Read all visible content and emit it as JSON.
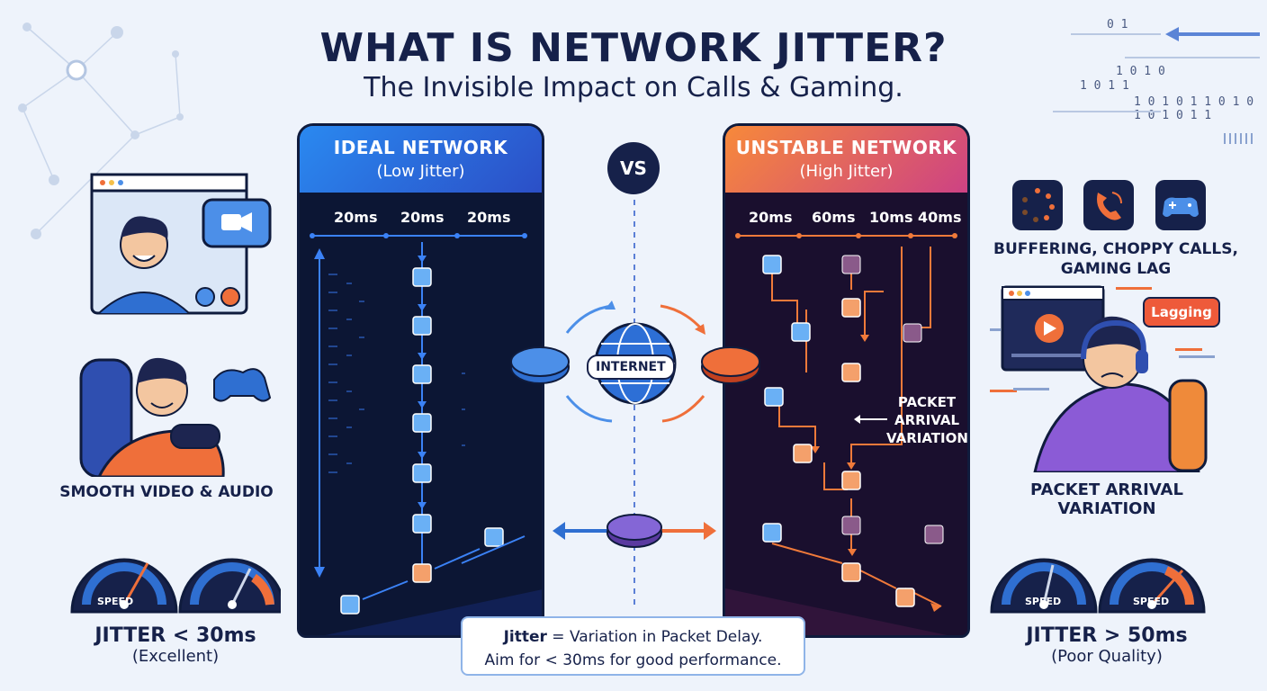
{
  "header": {
    "title": "WHAT IS NETWORK JITTER?",
    "subtitle": "The Invisible Impact on Calls & Gaming."
  },
  "left_panel": {
    "title": "IDEAL NETWORK",
    "subtitle": "(Low Jitter)",
    "timings": [
      "20ms",
      "20ms",
      "20ms"
    ]
  },
  "right_panel": {
    "title": "UNSTABLE NETWORK",
    "subtitle": "(High Jitter)",
    "timings": [
      "20ms",
      "60ms",
      "10ms",
      "40ms"
    ],
    "annotation": "PACKET ARRIVAL VARIATION"
  },
  "center": {
    "vs": "VS",
    "internet_label": "INTERNET"
  },
  "note": {
    "line1_term": "Jitter",
    "line1_rest": " = Variation in Packet Delay.",
    "line2": "Aim for < 30ms for good performance."
  },
  "left_side": {
    "caption": "SMOOTH VIDEO & AUDIO",
    "gauge_label_1": "SPEED",
    "jitter_value": "JITTER < 30ms",
    "jitter_quality": "(Excellent)"
  },
  "right_side": {
    "issues_caption_1": "BUFFERING, CHOPPY CALLS,",
    "issues_caption_2": "GAMING LAG",
    "lag_bubble": "Lagging",
    "caption": "PACKET ARRIVAL VARIATION",
    "gauge_label_1": "SPEED",
    "gauge_label_2": "SPEED",
    "jitter_value": "JITTER > 50ms",
    "jitter_quality": "(Poor Quality)"
  },
  "binary_lines": [
    "0 1",
    "1 0 1 0",
    "1 0 1 1",
    "1 0   1 0 1 1 0 1 0 1 0 1 0 1 1"
  ],
  "colors": {
    "ideal_accent": "#2a89f0",
    "unstable_accent": "#f7893a",
    "unstable_accent_2": "#cd4284",
    "navy": "#16214a"
  }
}
